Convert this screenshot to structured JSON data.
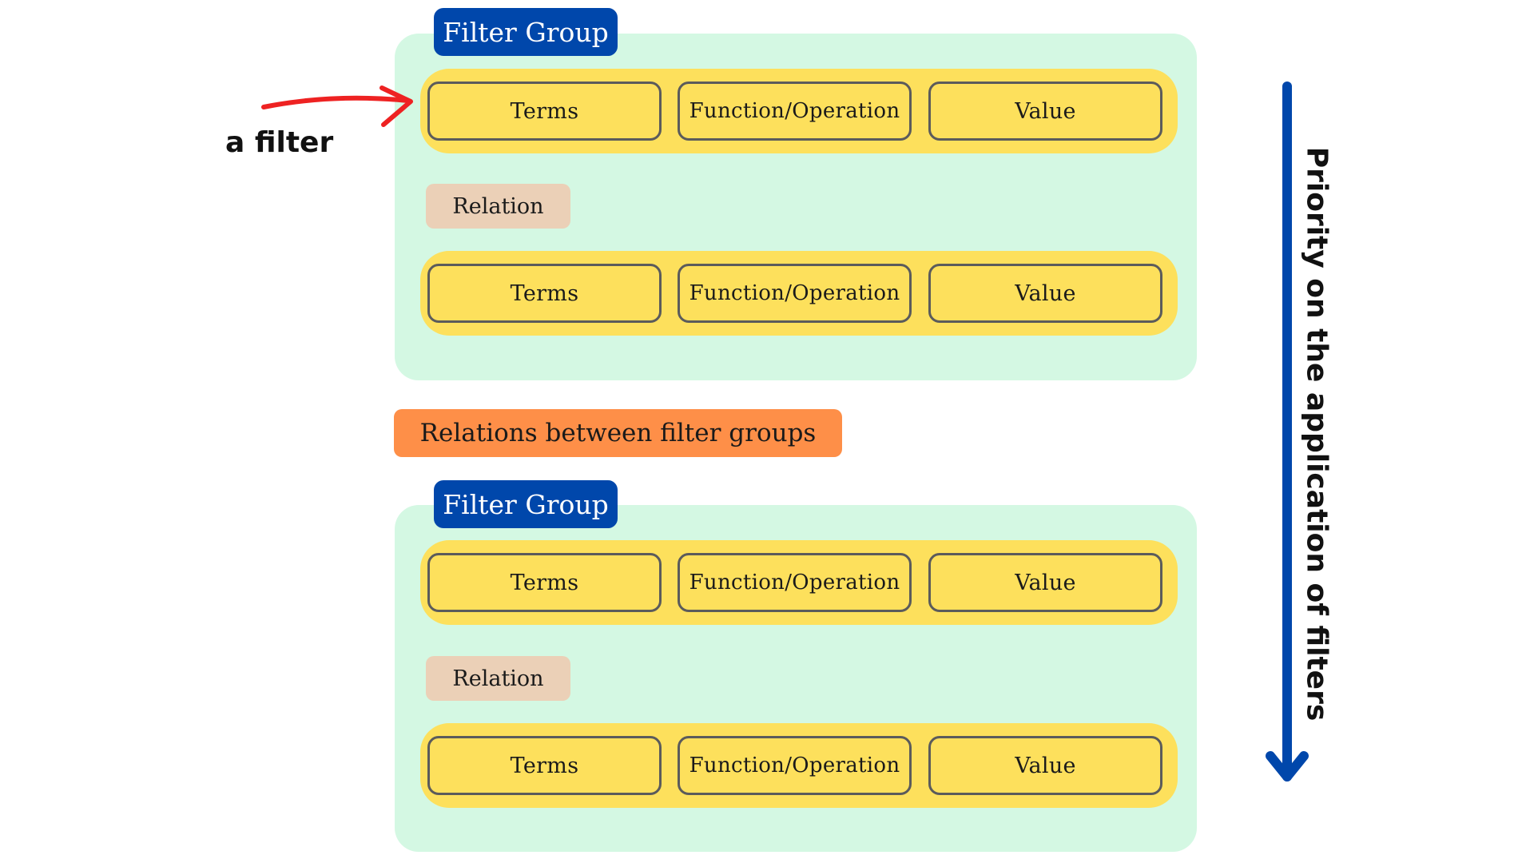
{
  "annotation": {
    "text": "a filter",
    "arrow_color": "#ee2222"
  },
  "groups": [
    {
      "tag": "Filter Group",
      "filters": [
        {
          "terms": "Terms",
          "function": "Function/Operation",
          "value": "Value"
        },
        {
          "terms": "Terms",
          "function": "Function/Operation",
          "value": "Value"
        }
      ],
      "relation": "Relation"
    },
    {
      "tag": "Filter Group",
      "filters": [
        {
          "terms": "Terms",
          "function": "Function/Operation",
          "value": "Value"
        },
        {
          "terms": "Terms",
          "function": "Function/Operation",
          "value": "Value"
        }
      ],
      "relation": "Relation"
    }
  ],
  "between_groups": "Relations between filter groups",
  "priority": {
    "label": "Priority on the application of filters",
    "arrow_color": "#0047ab"
  },
  "colors": {
    "panel": "#d4f8e3",
    "filter_row": "#fde05c",
    "group_tag": "#0047ab",
    "relation": "#ebd0b7",
    "between": "#fe8f48"
  }
}
